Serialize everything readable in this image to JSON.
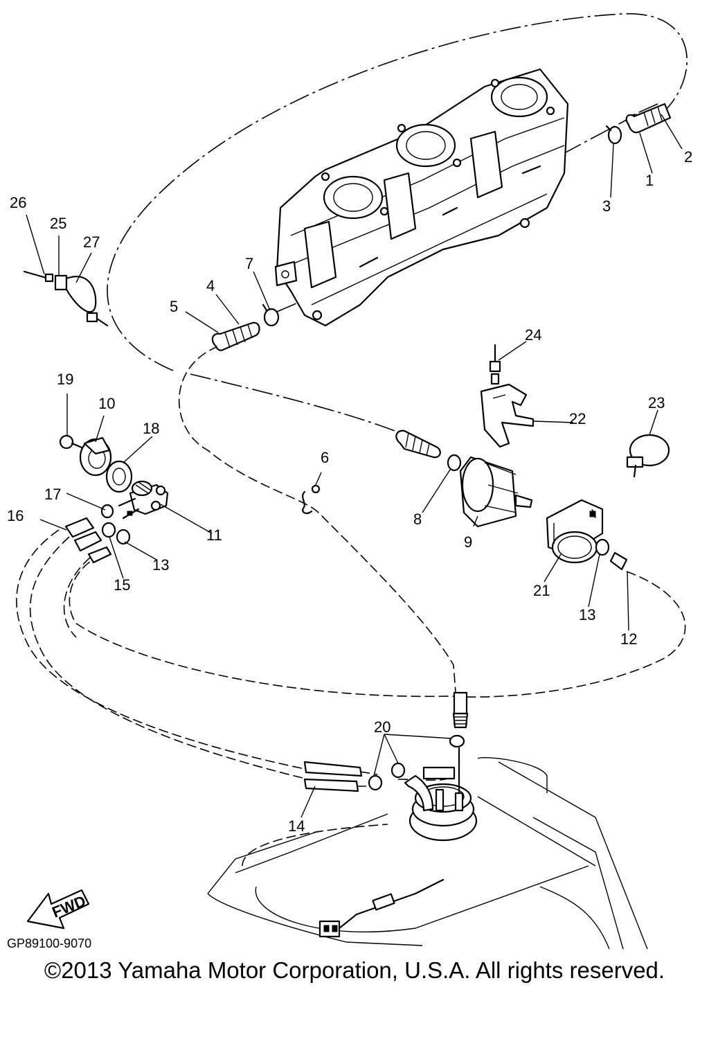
{
  "diagram": {
    "drawing_code": "GP89100-9070",
    "fwd_label": "FWD",
    "copyright": "©2013 Yamaha Motor Corporation, U.S.A. All rights reserved.",
    "callouts": [
      "1",
      "2",
      "3",
      "4",
      "5",
      "6",
      "7",
      "8",
      "9",
      "10",
      "11",
      "12",
      "13",
      "13",
      "14",
      "15",
      "16",
      "17",
      "18",
      "19",
      "20",
      "21",
      "22",
      "23",
      "24",
      "25",
      "26",
      "27"
    ]
  }
}
